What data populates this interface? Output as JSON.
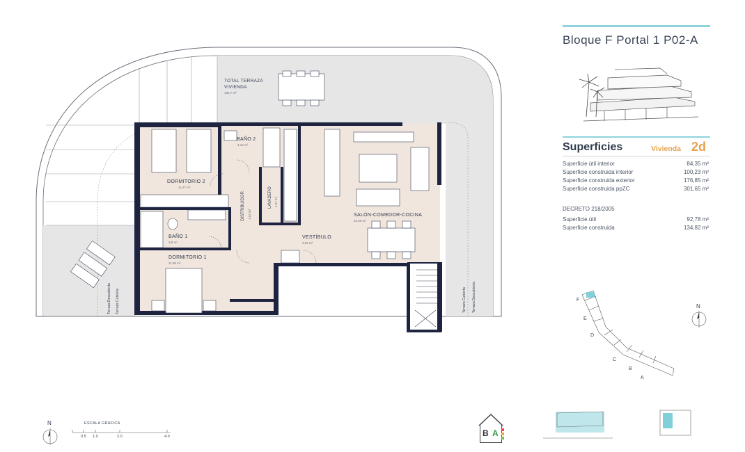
{
  "header": {
    "title": "Bloque F Portal 1 P02-A"
  },
  "superficies": {
    "title": "Superficies",
    "vivienda_label": "Vivienda",
    "vivienda_type": "2d",
    "rows": [
      {
        "label": "Superficie útil interior",
        "value": "84,35 m²"
      },
      {
        "label": "Superficie construida interior",
        "value": "100,23 m²"
      },
      {
        "label": "Superficie construida exterior",
        "value": "176,85 m²"
      },
      {
        "label": "Superficie construida ppZC",
        "value": "301,65 m²"
      }
    ],
    "decreto_title": "DECRETO 218/2005",
    "decreto_rows": [
      {
        "label": "Superficie útil",
        "value": "92,78 m²"
      },
      {
        "label": "Superficie construida",
        "value": "134,82 m²"
      }
    ]
  },
  "plan": {
    "rooms": {
      "terraza": {
        "label": "TOTAL TERRAZA",
        "label2": "VIVIENDA",
        "area": "165,7 m²"
      },
      "bano2": {
        "label": "BAÑO 2",
        "area": "4,16 m²"
      },
      "dormitorio2": {
        "label": "DORMITORIO 2",
        "area": "11,47 m²"
      },
      "distribuidor": {
        "label": "DISTRIBUIDOR",
        "area": "1,02 m²"
      },
      "lavadero": {
        "label": "LAVADERO",
        "area": "1,57 m²"
      },
      "salon": {
        "label": "SALÓN-COMEDOR-COCINA",
        "area": "32,95 m²"
      },
      "bano1": {
        "label": "BAÑO 1",
        "area": "3,8 m²"
      },
      "vestibulo": {
        "label": "VESTÍBULO",
        "area": "3,83 m²"
      },
      "dormitorio1": {
        "label": "DORMITORIO 1",
        "area": "11,88 m²"
      }
    },
    "side_labels": {
      "left_1": "Terraza Descubierta",
      "left_2": "Terraza Cubierta",
      "right_1": "Terraza Cubierta",
      "right_2": "Terraza Descubierta"
    }
  },
  "scale": {
    "title": "ESCALA GRÁFICA",
    "ticks": [
      "0.5",
      "1.0",
      "2.0",
      "4.0"
    ],
    "north": "N"
  },
  "site_map": {
    "north": "N",
    "blocks": [
      "F",
      "E",
      "D",
      "C",
      "B",
      "A"
    ]
  },
  "energy_label": {
    "left": "B",
    "right": "A"
  },
  "colors": {
    "accent": "#8fd3dc",
    "orange": "#e6a24d",
    "wall": "#1e2340",
    "floor": "#f1e6de",
    "terrace": "#e6e6e6"
  }
}
